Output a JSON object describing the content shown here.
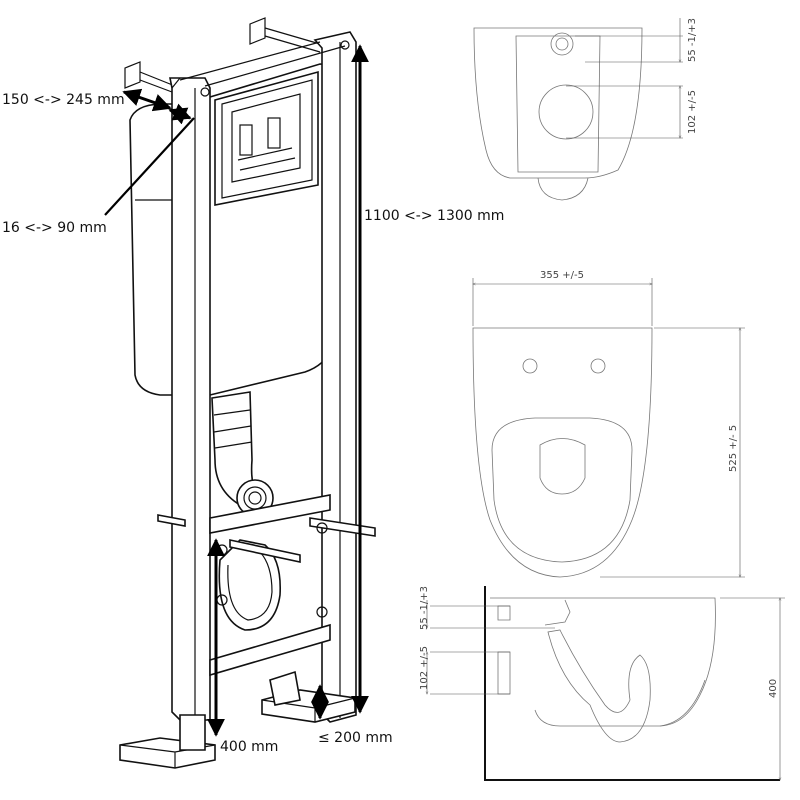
{
  "frame_labels": {
    "depth_adjust": "150 <-> 245 mm",
    "wall_gap": "16 <-> 90 mm",
    "height_adjust": "1100 <-> 1300 mm",
    "foot_height": "400 mm",
    "foot_adjust": "≤ 200 mm"
  },
  "bowl_rear_view": {
    "top_offset": "55 -1/+3",
    "outlet_offset": "102 +/-5"
  },
  "bowl_top_view": {
    "width": "355 +/-5",
    "length": "525 +/- 5"
  },
  "bowl_side_view": {
    "top_offset": "55 -1/+3",
    "outlet_offset": "102 +/-5",
    "height": "400"
  },
  "icons": [
    "mounting-frame-drawing",
    "cistern-drawing",
    "toilet-bowl-rear-drawing",
    "toilet-bowl-top-drawing",
    "toilet-bowl-side-drawing"
  ]
}
